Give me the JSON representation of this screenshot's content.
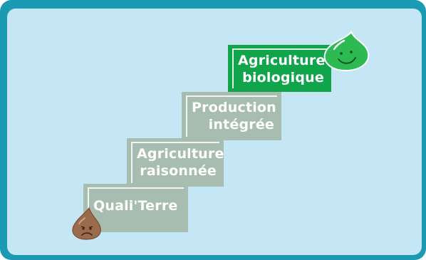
{
  "steps": [
    {
      "lines": [
        "Quali'Terre"
      ]
    },
    {
      "lines": [
        "Agriculture",
        "raisonnée"
      ]
    },
    {
      "lines": [
        "Production",
        "intégrée"
      ]
    },
    {
      "lines": [
        "Agriculture",
        "biologique"
      ]
    }
  ],
  "icons": {
    "bottom": "sad-drop-icon",
    "top": "happy-drop-icon"
  },
  "colors": {
    "frame": "#1a9ab3",
    "panel": "#c5e7f5",
    "step_grey": "#a7bdb0",
    "step_green": "#10a54a",
    "sad_drop": "#9a6b4c",
    "happy_drop": "#2dba52"
  }
}
